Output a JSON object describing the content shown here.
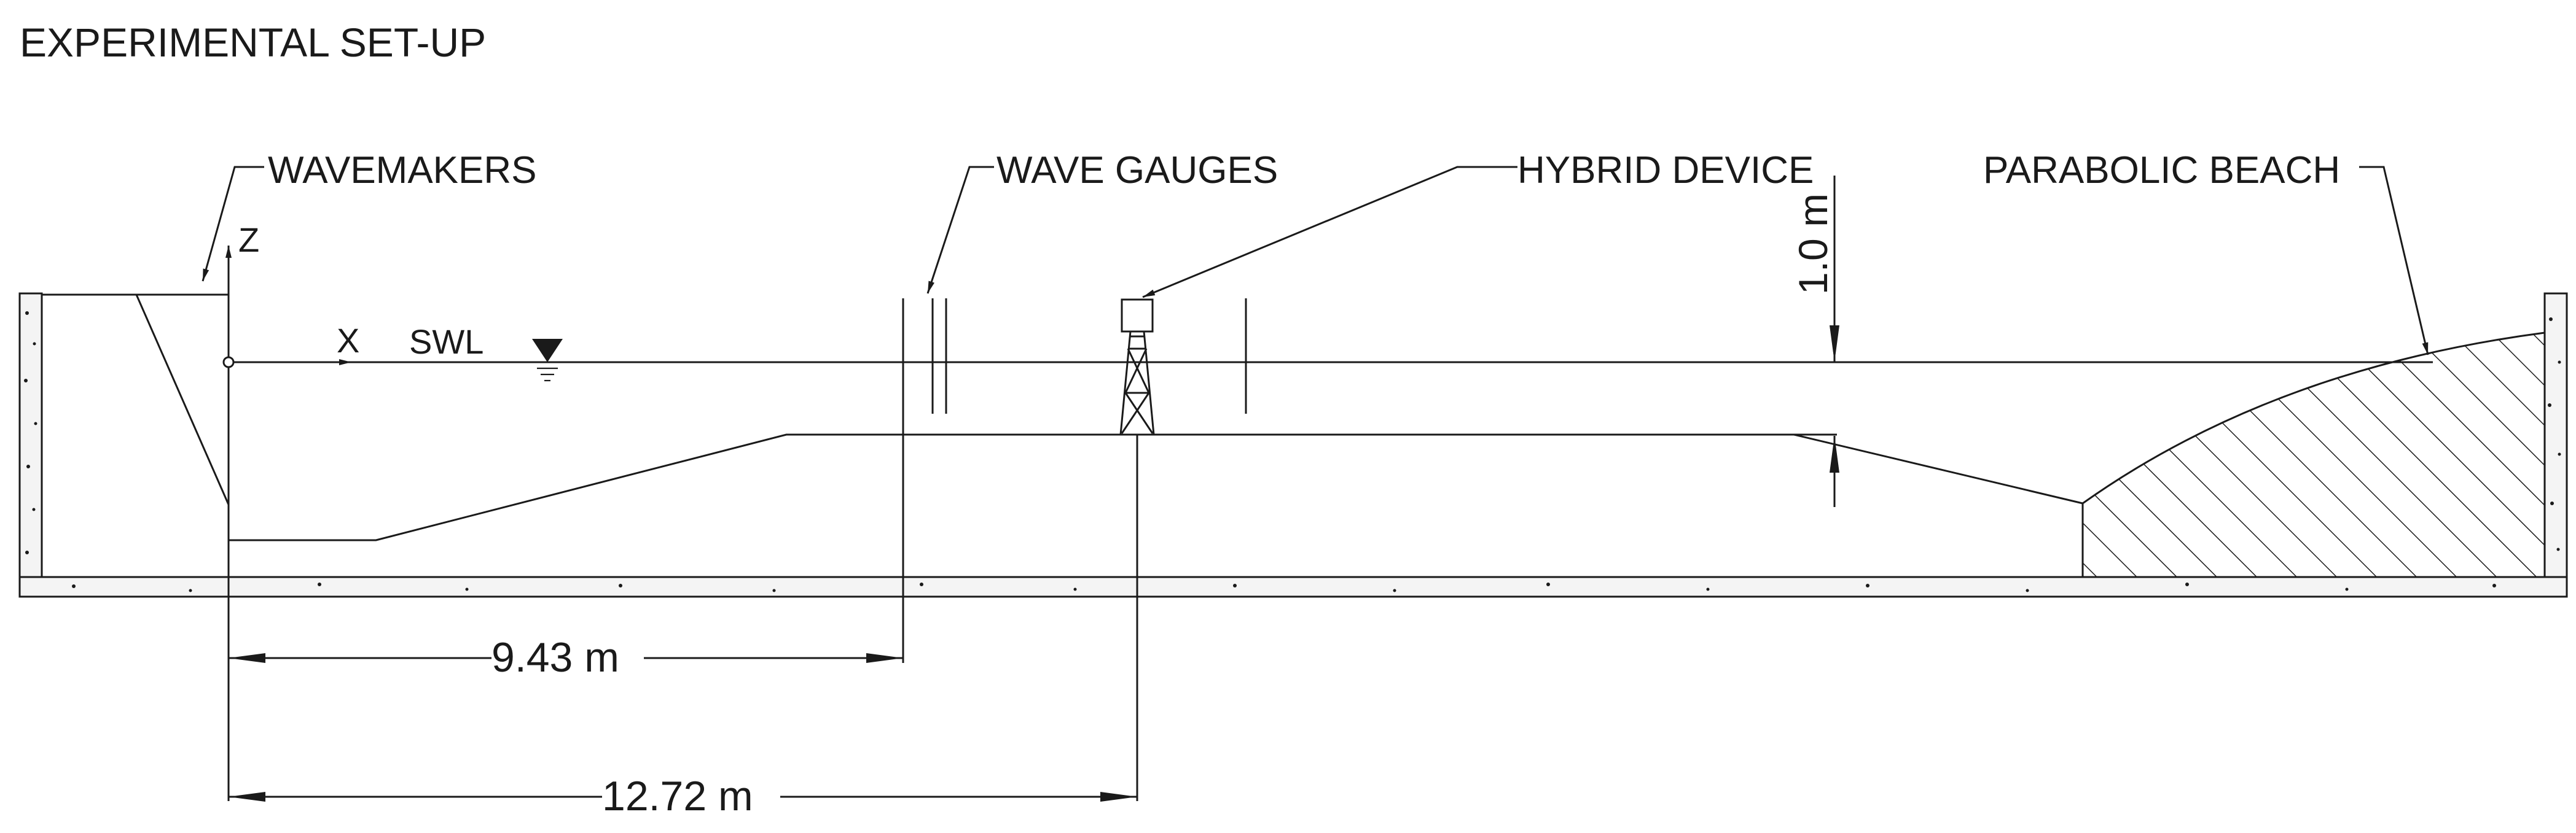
{
  "title": "EXPERIMENTAL SET-UP",
  "labels": {
    "wavemakers": "WAVEMAKERS",
    "wave_gauges": "WAVE GAUGES",
    "hybrid_device": "HYBRID DEVICE",
    "parabolic_beach": "PARABOLIC BEACH",
    "axis_z": "Z",
    "axis_x": "X",
    "swl": "SWL"
  },
  "dimensions": {
    "gauge_distance": "9.43 m",
    "device_distance": "12.72 m",
    "height": "1.0 m"
  },
  "colors": {
    "line": "#1a1a1a",
    "background": "#ffffff"
  }
}
